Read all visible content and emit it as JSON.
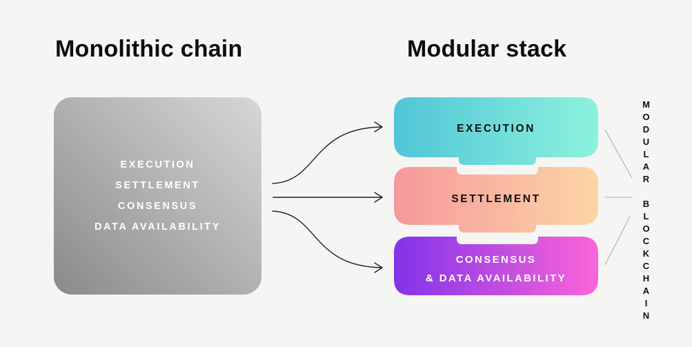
{
  "page": {
    "background": "#F5F5F4"
  },
  "left_panel": {
    "title": "Monolithic chain",
    "box": {
      "gradient_start": "#D7D7D7",
      "gradient_end": "#8A8A8A",
      "text_color": "#FFFFFF",
      "layers": [
        "EXECUTION",
        "SETTLEMENT",
        "CONSENSUS",
        "DATA AVAILABILITY"
      ]
    }
  },
  "right_panel": {
    "title": "Modular stack",
    "modules": [
      {
        "label": "EXECUTION",
        "gradient_start": "#50C5D8",
        "gradient_end": "#8DF2DC",
        "text_color": "#101010"
      },
      {
        "label": "SETTLEMENT",
        "gradient_start": "#F6989B",
        "gradient_end": "#FCD6A5",
        "text_color": "#101010"
      },
      {
        "label_line1": "CONSENSUS",
        "label_line2": "& DATA AVAILABILITY",
        "gradient_start": "#8133E9",
        "gradient_end": "#FB65D9",
        "text_color": "#FFFFFF"
      }
    ],
    "side_label": "MODULAR BLOCKCHAIN"
  },
  "connectors": {
    "arrow_color": "#1F1F1F",
    "line_color": "#A9A9A9"
  }
}
